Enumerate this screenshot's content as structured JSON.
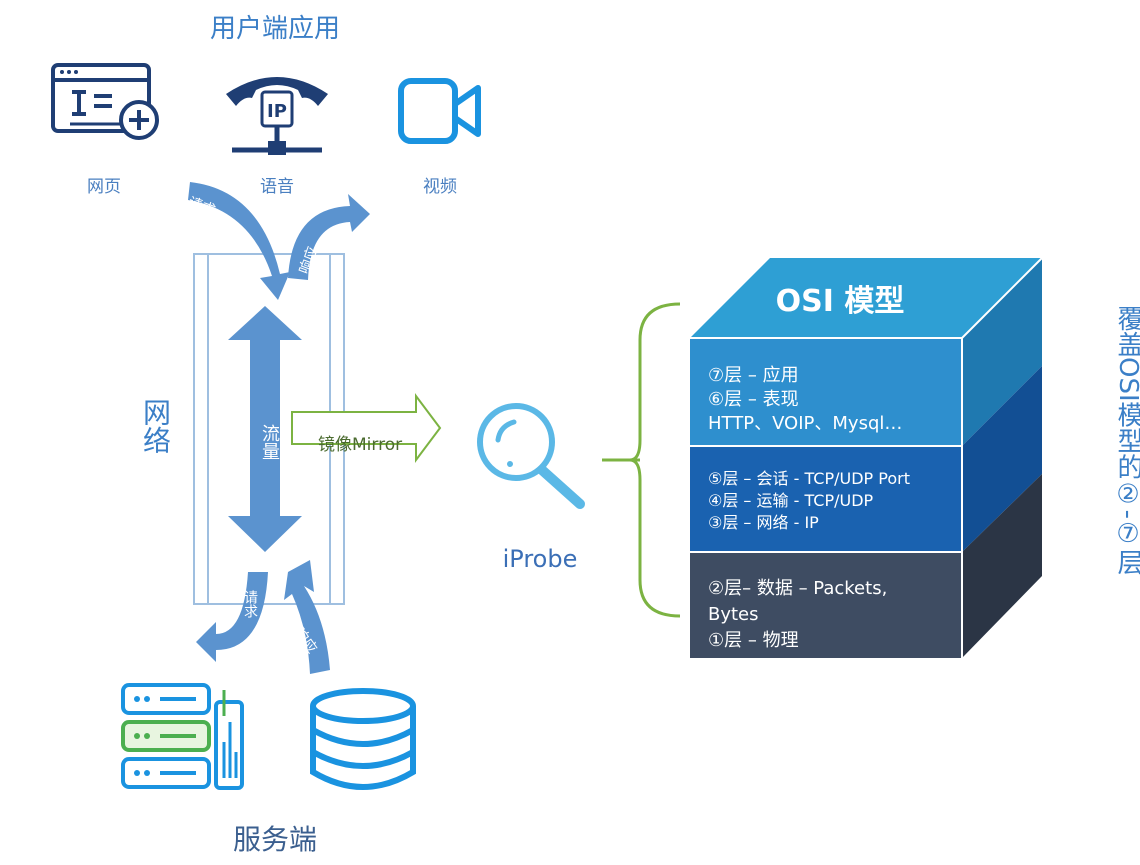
{
  "client": {
    "title": "用户端应用",
    "apps": [
      {
        "label": "网页",
        "icon": "webpage-add-icon"
      },
      {
        "label": "语音",
        "icon": "ip-phone-icon"
      },
      {
        "label": "视频",
        "icon": "video-camera-icon"
      }
    ]
  },
  "network": {
    "label": "网络",
    "traffic_label": "流量",
    "request_label": "请求",
    "response_label": "响应",
    "mirror_label": "镜像Mirror"
  },
  "server": {
    "title": "服务端",
    "icons": [
      "server-rack-icon",
      "database-icon"
    ]
  },
  "probe": {
    "label": "iProbe",
    "icon": "magnifier-icon"
  },
  "osi": {
    "title": "OSI 模型",
    "layers_top": [
      "⑦层 – 应用",
      "⑥层 – 表现",
      "HTTP、VOIP、Mysql…"
    ],
    "layers_mid": [
      "⑤层 – 会话 - TCP/UDP Port",
      "④层 – 运输 - TCP/UDP",
      "③层 – 网络 - IP"
    ],
    "layers_bottom": [
      "②层– 数据 – Packets,",
      "Bytes",
      "①层 – 物理"
    ],
    "colors": {
      "top": "#2e8fce",
      "mid": "#1a62b0",
      "bottom": "#3e4c62"
    }
  },
  "side_note": "覆盖OSI模型的②-⑦层"
}
